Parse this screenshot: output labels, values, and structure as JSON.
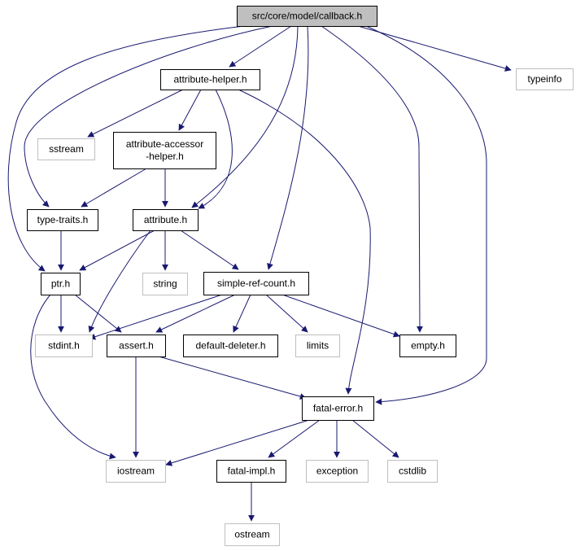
{
  "colors": {
    "edge": "#191970",
    "node_border_internal": "#000000",
    "node_border_external": "#bfbfbf",
    "node_fill_root": "#bfbfbf",
    "node_fill": "#ffffff",
    "text": "#000000"
  },
  "nodes": {
    "callback": {
      "label": "src/core/model/callback.h",
      "kind": "root"
    },
    "typeinfo": {
      "label": "typeinfo",
      "kind": "external"
    },
    "attribute_helper": {
      "label": "attribute-helper.h",
      "kind": "internal"
    },
    "sstream": {
      "label": "sstream",
      "kind": "external"
    },
    "attribute_accessor_helper": {
      "label": "attribute-accessor",
      "label2": "-helper.h",
      "kind": "internal"
    },
    "type_traits": {
      "label": "type-traits.h",
      "kind": "internal"
    },
    "attribute": {
      "label": "attribute.h",
      "kind": "internal"
    },
    "ptr": {
      "label": "ptr.h",
      "kind": "internal"
    },
    "string": {
      "label": "string",
      "kind": "external"
    },
    "simple_ref_count": {
      "label": "simple-ref-count.h",
      "kind": "internal"
    },
    "stdint": {
      "label": "stdint.h",
      "kind": "external"
    },
    "assert": {
      "label": "assert.h",
      "kind": "internal"
    },
    "default_deleter": {
      "label": "default-deleter.h",
      "kind": "internal"
    },
    "limits": {
      "label": "limits",
      "kind": "external"
    },
    "empty": {
      "label": "empty.h",
      "kind": "internal"
    },
    "fatal_error": {
      "label": "fatal-error.h",
      "kind": "internal"
    },
    "iostream": {
      "label": "iostream",
      "kind": "external"
    },
    "fatal_impl": {
      "label": "fatal-impl.h",
      "kind": "internal"
    },
    "exception": {
      "label": "exception",
      "kind": "external"
    },
    "cstdlib": {
      "label": "cstdlib",
      "kind": "external"
    },
    "ostream": {
      "label": "ostream",
      "kind": "external"
    }
  },
  "edges": [
    [
      "callback",
      "typeinfo"
    ],
    [
      "callback",
      "attribute_helper"
    ],
    [
      "callback",
      "type_traits"
    ],
    [
      "callback",
      "ptr"
    ],
    [
      "callback",
      "attribute"
    ],
    [
      "callback",
      "simple_ref_count"
    ],
    [
      "callback",
      "empty"
    ],
    [
      "callback",
      "fatal_error"
    ],
    [
      "attribute_helper",
      "sstream"
    ],
    [
      "attribute_helper",
      "attribute_accessor_helper"
    ],
    [
      "attribute_helper",
      "attribute"
    ],
    [
      "attribute_helper",
      "fatal_error"
    ],
    [
      "attribute_accessor_helper",
      "type_traits"
    ],
    [
      "attribute_accessor_helper",
      "attribute"
    ],
    [
      "type_traits",
      "ptr"
    ],
    [
      "attribute",
      "ptr"
    ],
    [
      "attribute",
      "string"
    ],
    [
      "attribute",
      "simple_ref_count"
    ],
    [
      "attribute",
      "stdint"
    ],
    [
      "ptr",
      "stdint"
    ],
    [
      "ptr",
      "assert"
    ],
    [
      "ptr",
      "iostream"
    ],
    [
      "simple_ref_count",
      "stdint"
    ],
    [
      "simple_ref_count",
      "assert"
    ],
    [
      "simple_ref_count",
      "default_deleter"
    ],
    [
      "simple_ref_count",
      "limits"
    ],
    [
      "simple_ref_count",
      "empty"
    ],
    [
      "assert",
      "iostream"
    ],
    [
      "assert",
      "fatal_error"
    ],
    [
      "fatal_error",
      "iostream"
    ],
    [
      "fatal_error",
      "fatal_impl"
    ],
    [
      "fatal_error",
      "exception"
    ],
    [
      "fatal_error",
      "cstdlib"
    ],
    [
      "fatal_impl",
      "ostream"
    ]
  ]
}
